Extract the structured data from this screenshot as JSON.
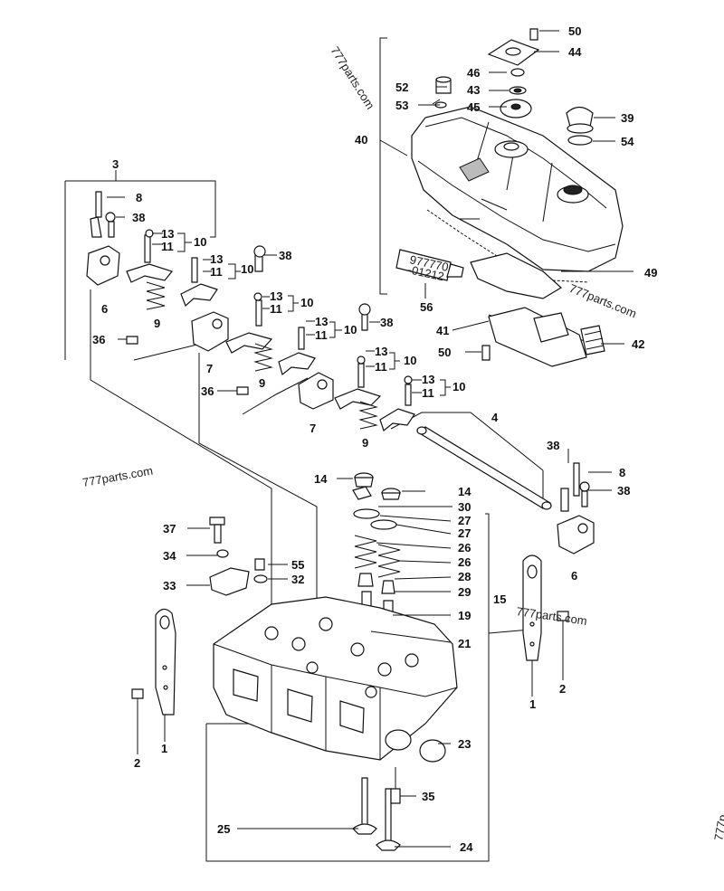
{
  "callouts": {
    "c50a": "50",
    "c44": "44",
    "c52": "52",
    "c46": "46",
    "c43": "43",
    "c53": "53",
    "c45": "45",
    "c39": "39",
    "c40": "40",
    "c54": "54",
    "c3": "3",
    "c8a": "8",
    "c38a": "38",
    "c13a": "13",
    "c11a": "11",
    "c10a": "10",
    "c13b": "13",
    "c11b": "11",
    "c10b": "10",
    "c38b": "38",
    "c6a": "6",
    "c9a": "9",
    "c49": "49",
    "c56": "56",
    "c41": "41",
    "c42": "42",
    "c50b": "50",
    "c13c": "13",
    "c11c": "11",
    "c10c": "10",
    "c13d": "13",
    "c11d": "11",
    "c10d": "10",
    "c38c": "38",
    "c36a": "36",
    "c7a": "7",
    "c9b": "9",
    "c13e": "13",
    "c11e": "11",
    "c10e": "10",
    "c13f": "13",
    "c11f": "11",
    "c10f": "10",
    "c36b": "36",
    "c7b": "7",
    "c9c": "9",
    "c4": "4",
    "c38d": "38",
    "c8b": "8",
    "c38e": "38",
    "c6b": "6",
    "c14a": "14",
    "c14b": "14",
    "c30": "30",
    "c27a": "27",
    "c27b": "27",
    "c26a": "26",
    "c26b": "26",
    "c28": "28",
    "c29": "29",
    "c15": "15",
    "c19": "19",
    "c21": "21",
    "c37": "37",
    "c34": "34",
    "c55": "55",
    "c32": "32",
    "c33": "33",
    "c1a": "1",
    "c2a": "2",
    "c1b": "1",
    "c2b": "2",
    "c23": "23",
    "c35": "35",
    "c25": "25",
    "c24": "24"
  },
  "tube_label": {
    "line1": "977770",
    "line2": "-01212"
  },
  "watermarks": {
    "w1": "777parts.com",
    "w2": "777parts.com",
    "w3": "777parts.com",
    "w4": "777parts.com",
    "w5": "777p"
  }
}
